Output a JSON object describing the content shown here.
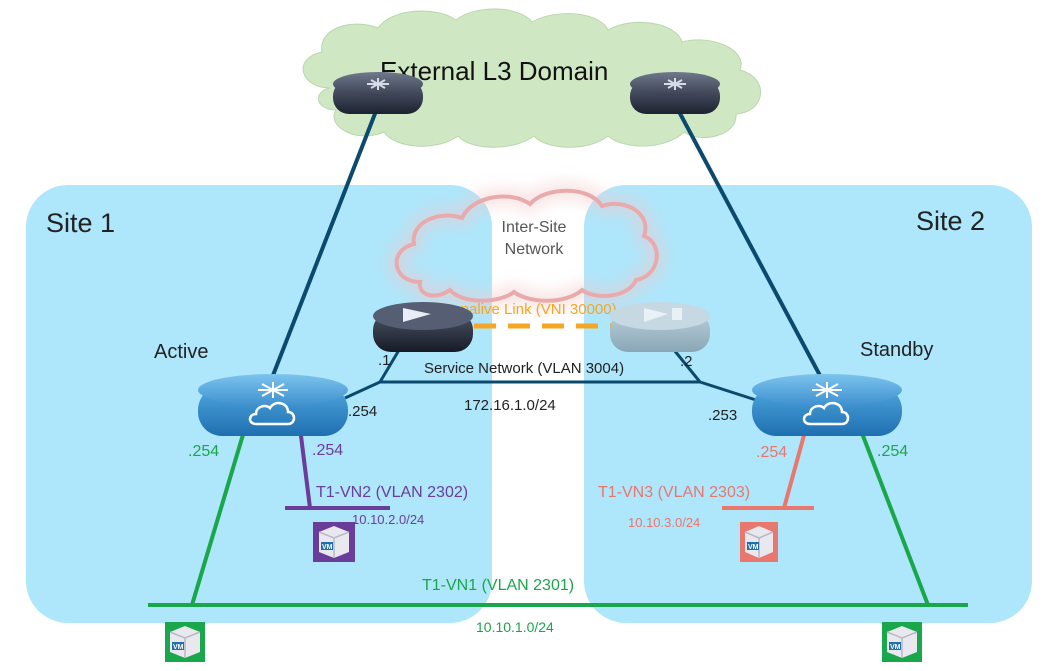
{
  "diagram": {
    "external_domain": {
      "label": "External L3 Domain"
    },
    "sites": [
      {
        "id": "site1",
        "label": "Site 1"
      },
      {
        "id": "site2",
        "label": "Site 2"
      }
    ],
    "inter_site_network": {
      "line1": "Inter-Site",
      "line2": "Network"
    },
    "keepalive": {
      "label": "Keepalive Link (VNI 30000)"
    },
    "service_network": {
      "label": "Service Network (VLAN 3004)",
      "subnet": "172.16.1.0/24",
      "left_addr": ".1",
      "right_addr": ".2"
    },
    "roles": {
      "active": "Active",
      "standby": "Standby"
    },
    "interfaces": {
      "active_service": ".254",
      "active_vn1": ".254",
      "active_vn2": ".254",
      "standby_service": ".253",
      "standby_vn3": ".254",
      "standby_vn1": ".254"
    },
    "vn1": {
      "label": "T1-VN1 (VLAN 2301)",
      "subnet": "10.10.1.0/24"
    },
    "vn2": {
      "label": "T1-VN2 (VLAN 2302)",
      "subnet": "10.10.2.0/24"
    },
    "vn3": {
      "label": "T1-VN3 (VLAN 2303)",
      "subnet": "10.10.3.0/24"
    },
    "vm_label": "VM"
  },
  "colors": {
    "site_fill": "#aee6fb",
    "uplink": "#0b4a6e",
    "keepalive": "#f5a623",
    "vn1": "#1aa64a",
    "vn2": "#6a3d9a",
    "vn3": "#e8776e",
    "cloud_fill": "#cfe8c3",
    "isn_stroke": "#e8aaaa"
  }
}
